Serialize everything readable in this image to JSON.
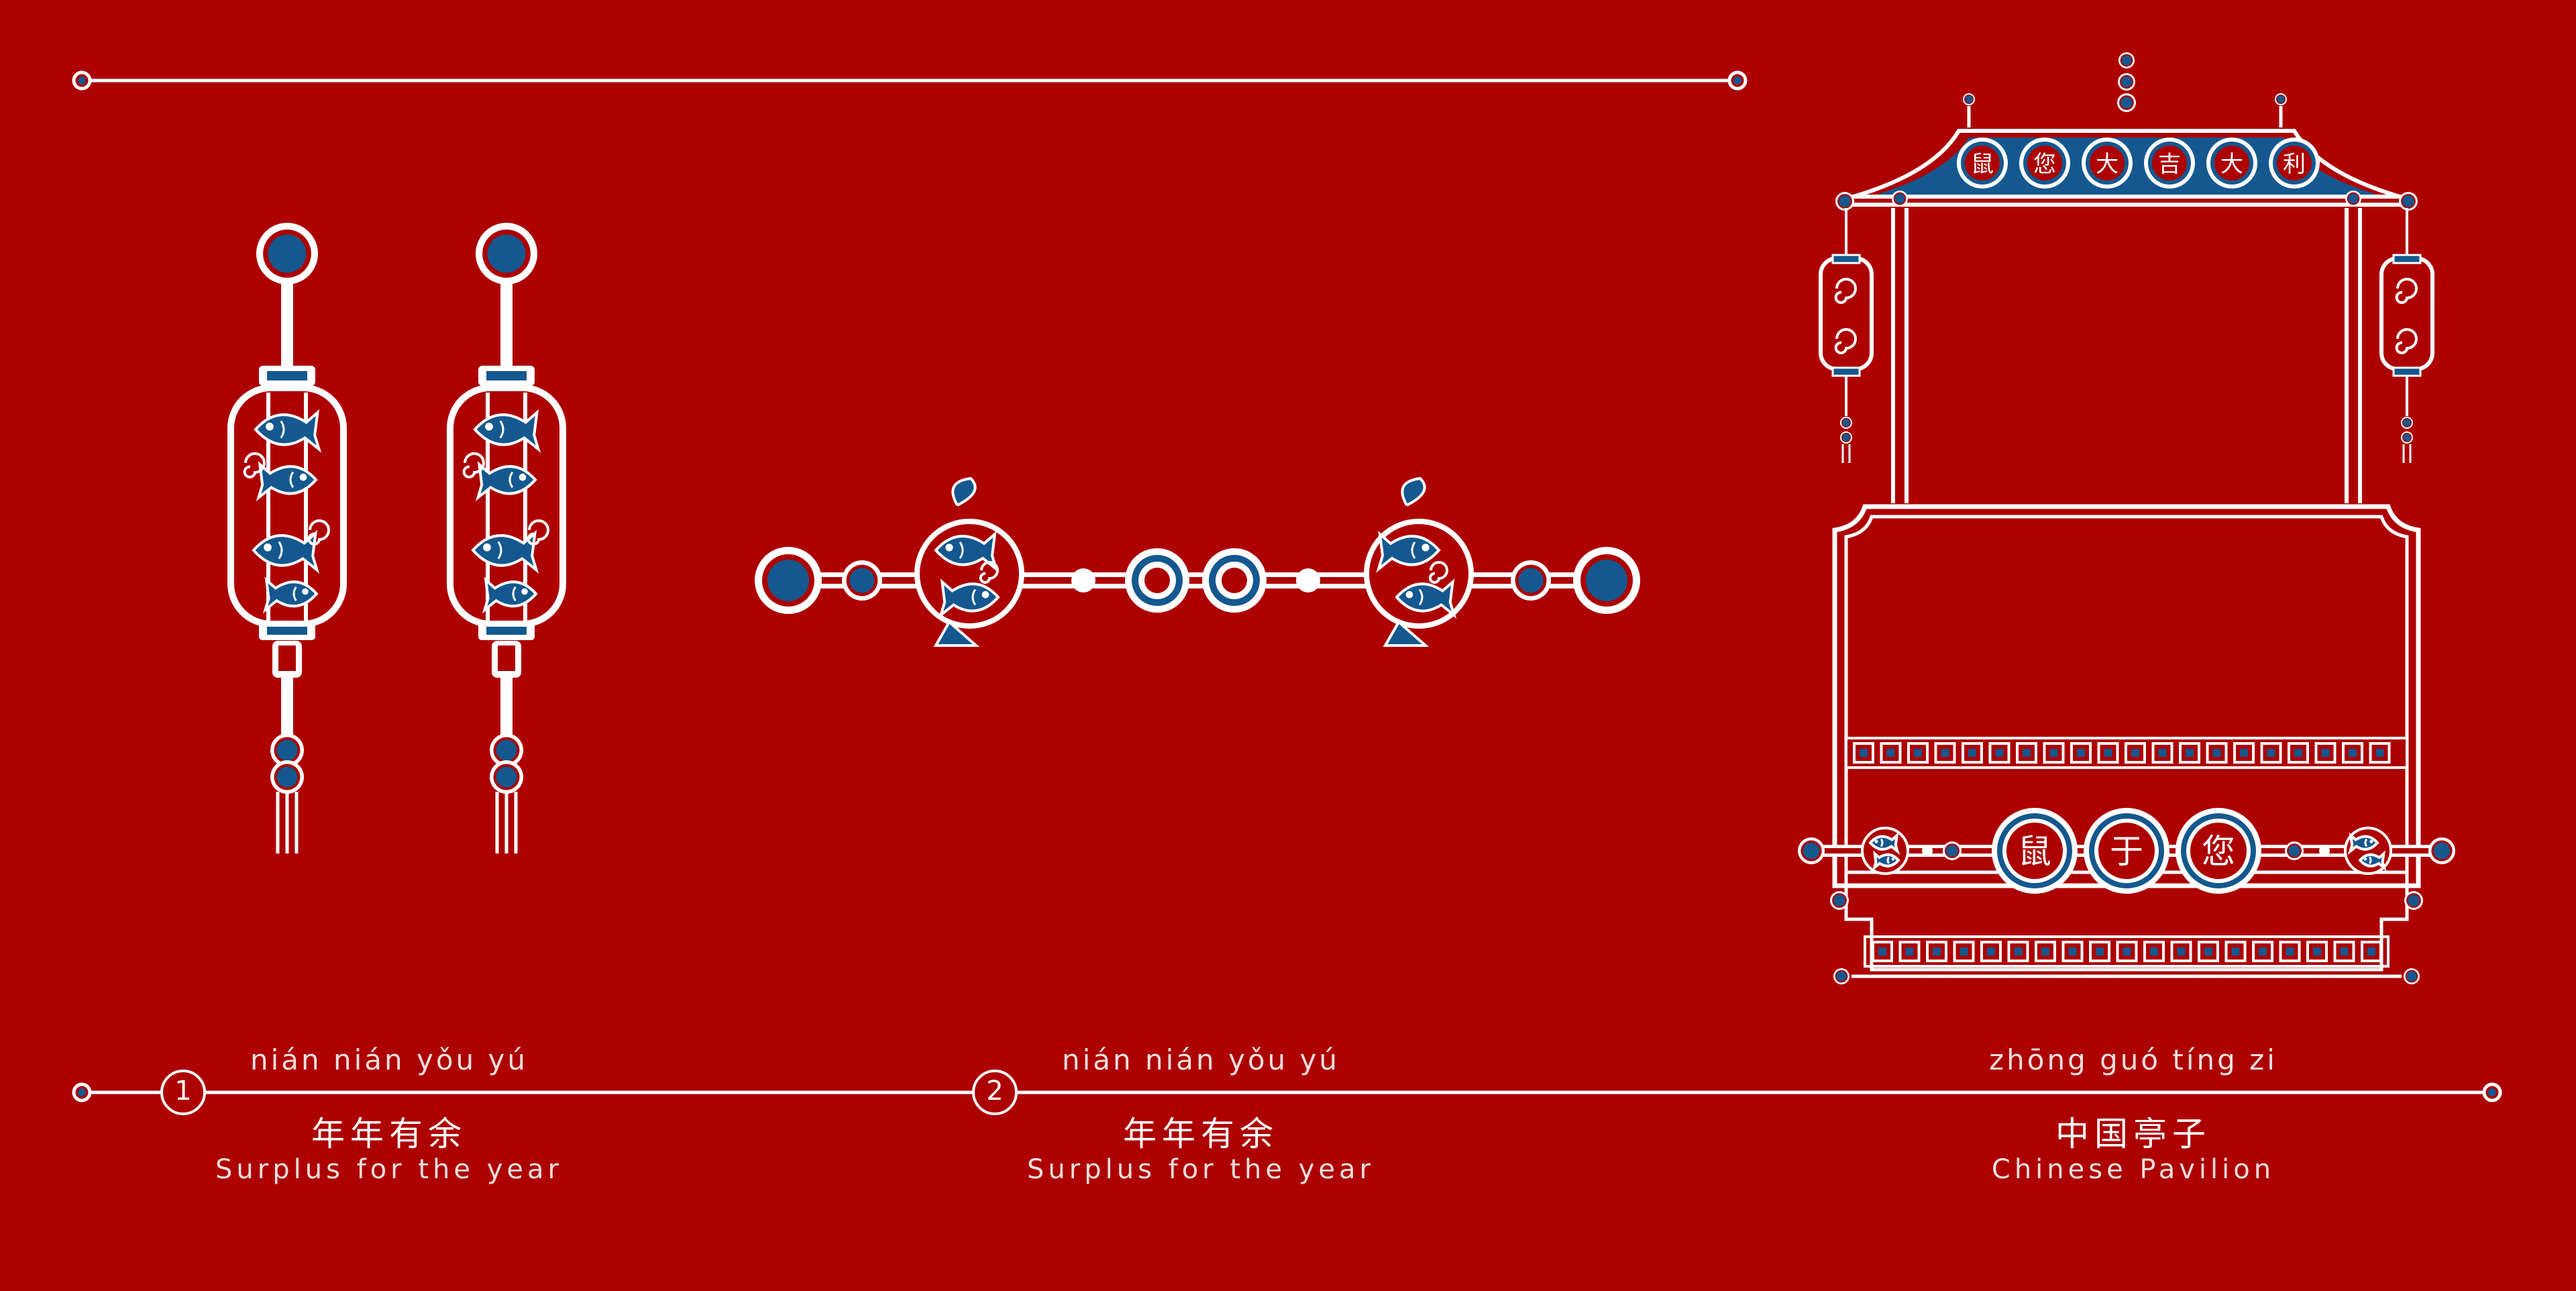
{
  "colors": {
    "background": "#ad0000",
    "line": "#ffffff",
    "accent": "#14588f"
  },
  "pavilion": {
    "roof_chars": [
      "鼠",
      "您",
      "大",
      "吉",
      "大",
      "利"
    ],
    "medallion_chars": [
      "鼠",
      "于",
      "您"
    ]
  },
  "captions": [
    {
      "number": "1",
      "pinyin": "nián nián yǒu yú",
      "chinese": "年年有余",
      "english": "Surplus for the year"
    },
    {
      "number": "2",
      "pinyin": "nián nián yǒu yú",
      "chinese": "年年有余",
      "english": "Surplus for the year"
    },
    {
      "pinyin": "zhōng guó tíng zi",
      "chinese": "中国亭子",
      "english": "Chinese Pavilion"
    }
  ]
}
